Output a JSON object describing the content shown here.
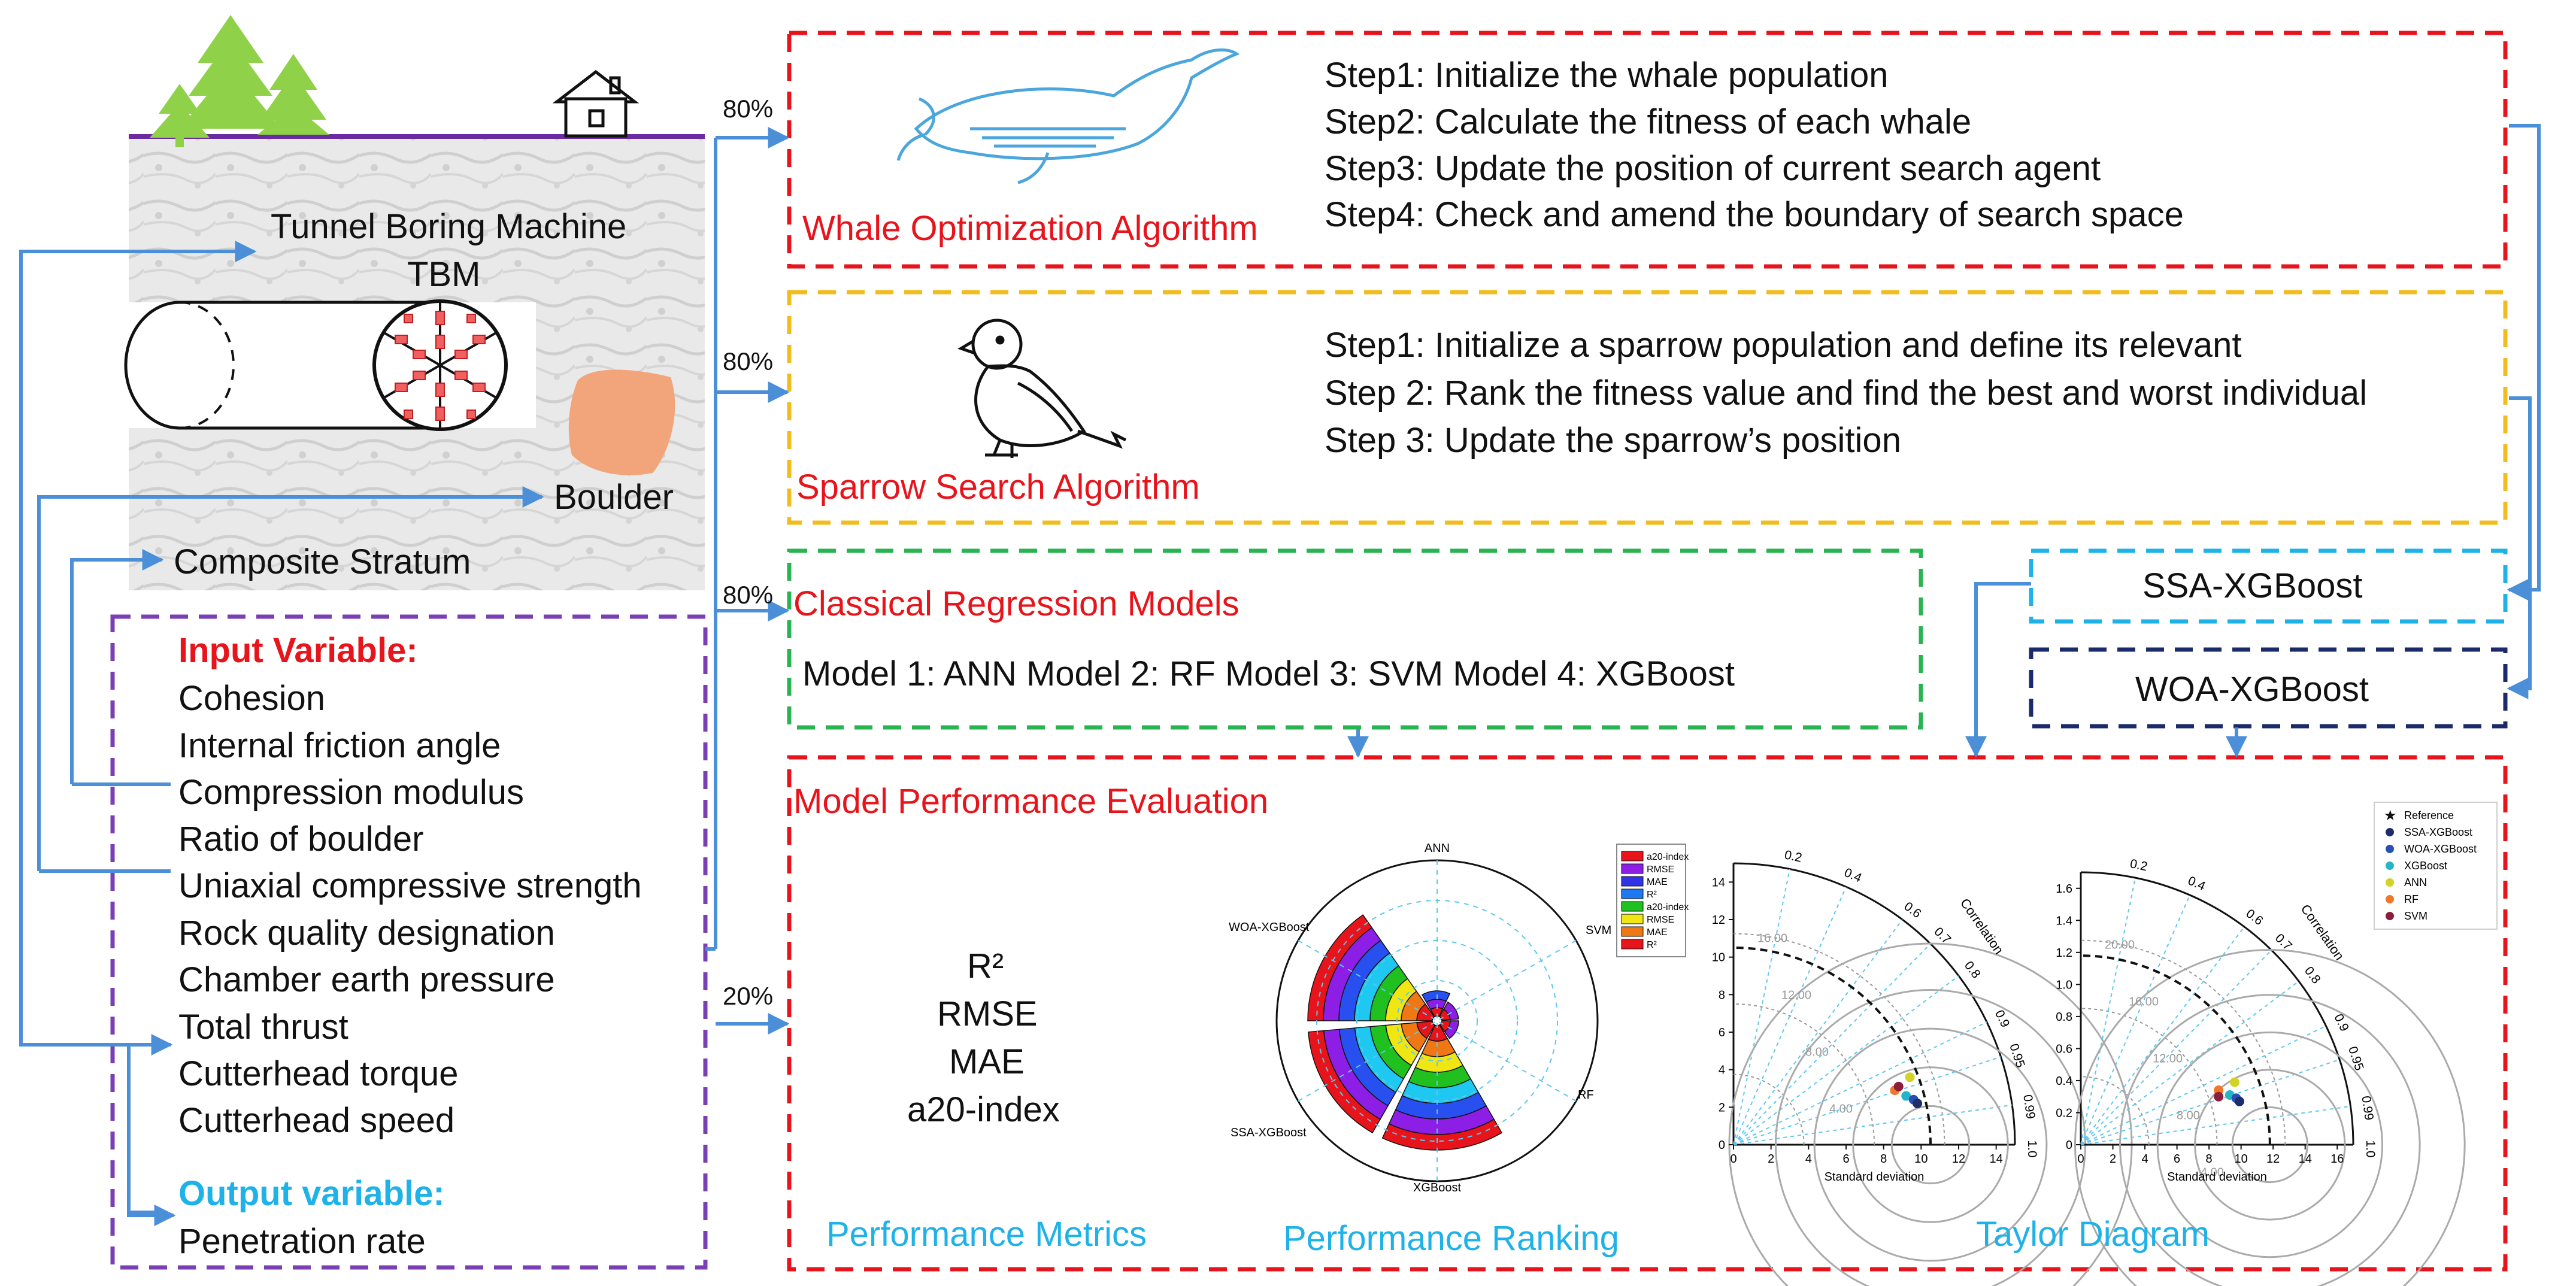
{
  "geology": {
    "pct_top": "80%",
    "pct_ssa": "80%",
    "pct_classic": "80%",
    "pct_eval": "20%",
    "tbm_line1": "Tunnel Boring Machine",
    "tbm_line2": "TBM",
    "boulder": "Boulder",
    "stratum": "Composite Stratum"
  },
  "variables": {
    "input_title": "Input Variable:",
    "inputs": [
      "Cohesion",
      "Internal friction angle",
      "Compression modulus",
      "Ratio of boulder",
      "Uniaxial compressive strength",
      "Rock quality designation",
      "Chamber earth pressure",
      "Total thrust",
      "Cutterhead torque",
      "Cutterhead speed"
    ],
    "output_title": "Output variable:",
    "outputs": [
      "Penetration rate"
    ]
  },
  "woa": {
    "label": "Whale Optimization Algorithm",
    "steps": [
      "Step1: Initialize the whale population",
      "Step2: Calculate the fitness of each whale",
      "Step3: Update the position of current search agent",
      "Step4: Check and amend the boundary of search space"
    ]
  },
  "ssa": {
    "label": "Sparrow Search Algorithm",
    "steps": [
      "Step1: Initialize a sparrow population and define its relevant",
      "Step 2: Rank the fitness value and find the best and worst individual",
      "Step 3: Update the sparrow’s position"
    ]
  },
  "classical": {
    "label": "Classical Regression Models",
    "models": "Model 1: ANN  Model 2: RF  Model 3: SVM  Model 4: XGBoost"
  },
  "hybrids": {
    "ssa_xgb": "SSA-XGBoost",
    "woa_xgb": "WOA-XGBoost"
  },
  "evaluation": {
    "label": "Model Performance Evaluation",
    "metrics": [
      "R²",
      "RMSE",
      "MAE",
      "a20-index"
    ],
    "caption_metrics": "Performance Metrics",
    "caption_ranking": "Performance Ranking",
    "caption_taylor": "Taylor Diagram"
  },
  "polar": {
    "models": [
      "ANN",
      "SVM",
      "RF",
      "XGBoost",
      "SSA-XGBoost",
      "WOA-XGBoost"
    ],
    "legend": [
      "a20-index",
      "RMSE",
      "MAE",
      "R²",
      "a20-index",
      "RMSE",
      "MAE",
      "R²"
    ],
    "legend_colors": [
      "#e8141c",
      "#8c1ee6",
      "#3232e6",
      "#1e78f0",
      "#20c020",
      "#f0e614",
      "#f07814",
      "#e8141c"
    ],
    "ring_colors": [
      "#e8141c",
      "#f07814",
      "#f0e614",
      "#20c020",
      "#1ec8f0",
      "#2850f0",
      "#8c1ee6",
      "#e8141c"
    ]
  },
  "taylor": {
    "xlabel": "Standard deviation",
    "arc_label": "Correlation",
    "corr_labels": [
      "0.2",
      "0.4",
      "0.6",
      "0.7",
      "0.8",
      "0.9",
      "0.95",
      "0.99",
      "1.0"
    ],
    "left": {
      "ticks": [
        "0",
        "2",
        "4",
        "6",
        "8",
        "10",
        "12",
        "14"
      ],
      "rms_labels": [
        "16.00",
        "12.00",
        "8.00",
        "4.00"
      ]
    },
    "right": {
      "ticks_x": [
        "0",
        "2",
        "4",
        "6",
        "8",
        "10",
        "12",
        "14",
        "16"
      ],
      "ticks_y": [
        "0",
        "0.2",
        "0.4",
        "0.6",
        "0.8",
        "1.0",
        "1.2",
        "1.4",
        "1.6"
      ],
      "rms_labels": [
        "20.00",
        "16.00",
        "12.00",
        "8.00",
        "4.00"
      ]
    },
    "legend": [
      {
        "name": "Reference",
        "color": "#111111"
      },
      {
        "name": "SSA-XGBoost",
        "color": "#1d2d6b"
      },
      {
        "name": "WOA-XGBoost",
        "color": "#2850b4"
      },
      {
        "name": "XGBoost",
        "color": "#28b4c8"
      },
      {
        "name": "ANN",
        "color": "#d2d228"
      },
      {
        "name": "RF",
        "color": "#f07828"
      },
      {
        "name": "SVM",
        "color": "#8c1e3c"
      }
    ]
  }
}
